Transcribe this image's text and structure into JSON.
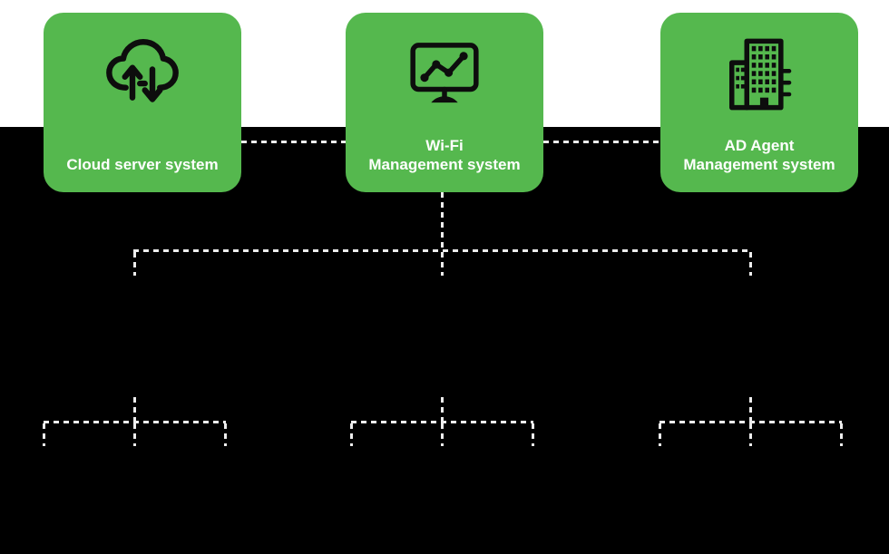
{
  "colors": {
    "node_green": "#55b84e",
    "line_color": "#ededed",
    "panel_black": "#000000",
    "label_white": "#ffffff",
    "icon_black": "#0d0d0d"
  },
  "nodes": [
    {
      "id": "cloud-server-system",
      "icon": "cloud-sync-icon",
      "line1": "Cloud server system",
      "line2": ""
    },
    {
      "id": "wifi-management-system",
      "icon": "monitor-chart-icon",
      "line1": "Wi-Fi",
      "line2": "Management system"
    },
    {
      "id": "ad-agent-management-system",
      "icon": "building-icon",
      "line1": "AD Agent",
      "line2": "Management system"
    }
  ]
}
